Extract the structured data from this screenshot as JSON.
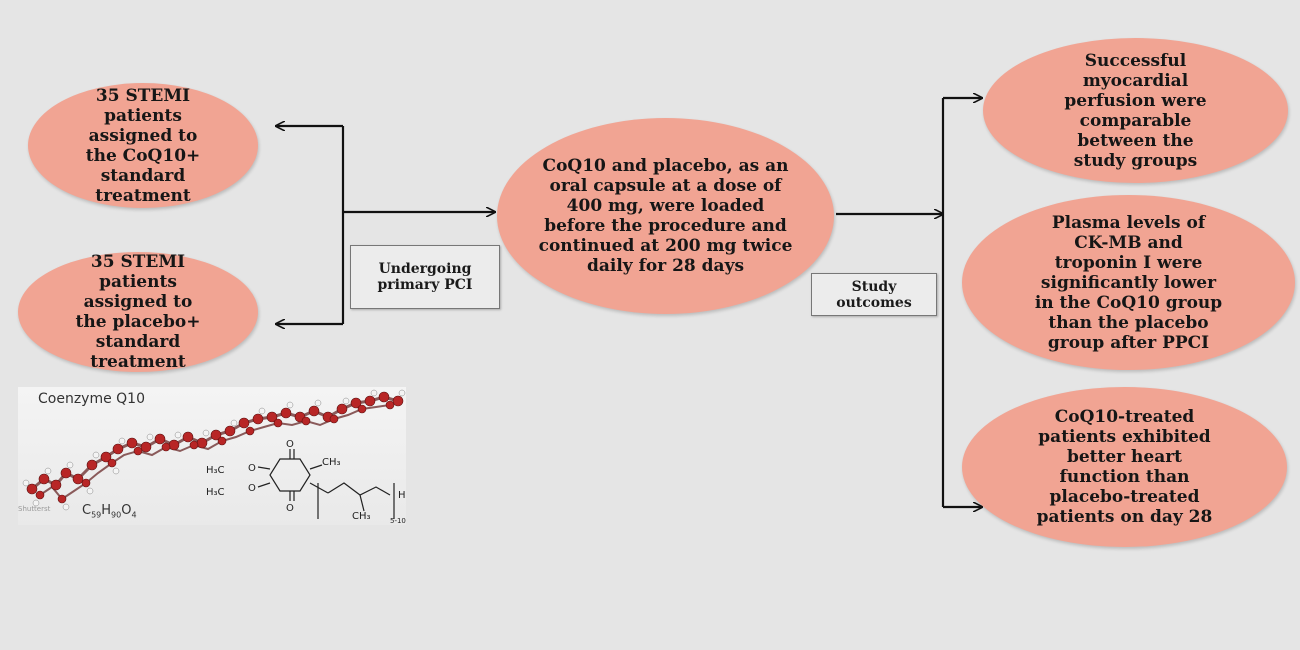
{
  "nodes": {
    "coq10_group": "35 STEMI patients assigned to the CoQ10+ standard treatment",
    "placebo_group": "35 STEMI patients assigned to the placebo+ standard treatment",
    "intervention": "CoQ10 and placebo, as an oral capsule at a dose of 400 mg, were loaded before the procedure and continued at 200 mg twice daily for 28 days",
    "outcome_perfusion": "Successful myocardial perfusion were comparable between the study groups",
    "outcome_biomarkers": "Plasma levels of CK-MB and troponin I were significantly lower in the CoQ10 group than the placebo group after PPCI",
    "outcome_heart_function": "CoQ10-treated patients exhibited better heart function than placebo-treated patients on day 28"
  },
  "labels": {
    "procedure": "Undergoing primary PCI",
    "outcomes": "Study outcomes"
  },
  "molecule": {
    "title": "Coenzyme Q10",
    "formula_c": "C",
    "formula_c_sub": "59",
    "formula_h": "H",
    "formula_h_sub": "90",
    "formula_o": "O",
    "formula_o_sub": "4",
    "edge_text": "Shutterst",
    "struct_h3c_top": "H₃C",
    "struct_h3c_bottom": "H₃C",
    "struct_o_top": "O",
    "struct_o_bottom": "O",
    "struct_o_left_top": "O",
    "struct_o_left_bottom": "O",
    "struct_ch3_ring": "CH₃",
    "struct_ch3_chain": "CH₃",
    "struct_h": "H",
    "struct_repeat": "5-10"
  },
  "colors": {
    "node_fill": "#f1a493",
    "line": "#111111",
    "background": "#e5e5e5"
  }
}
